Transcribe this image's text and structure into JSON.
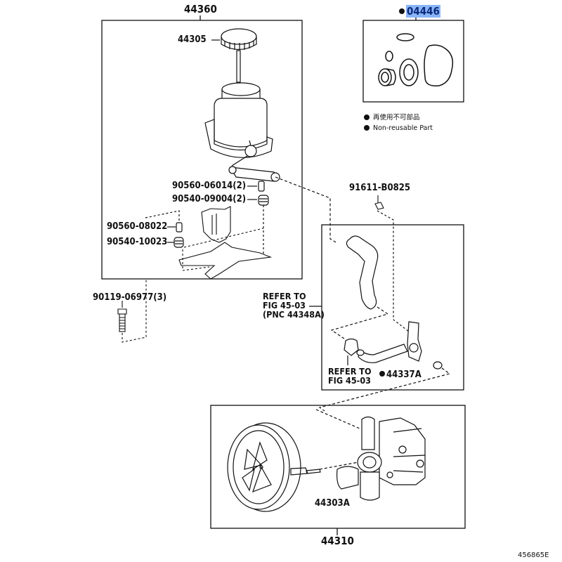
{
  "diagram": {
    "figure_id": "456865E",
    "groups": [
      {
        "id": "reservoir-assembly",
        "part_no": "44360"
      },
      {
        "id": "gasket-kit",
        "part_no": "04446",
        "non_reusable": true,
        "highlighted": true,
        "highlight_color": "#8ab4f8"
      },
      {
        "id": "return-hose-group",
        "part_no": "REFER TO\nFIG 45-03\n(PNC 44348A)"
      },
      {
        "id": "pump-assembly",
        "part_no": "44310"
      }
    ],
    "parts": [
      {
        "id": "cap",
        "label": "44305"
      },
      {
        "id": "collar-1",
        "label": "90560-06014(2)"
      },
      {
        "id": "cushion-1",
        "label": "90540-09004(2)"
      },
      {
        "id": "collar-2",
        "label": "90560-08022"
      },
      {
        "id": "cushion-2",
        "label": "90540-10023"
      },
      {
        "id": "bolt-bracket",
        "label": "90119-06977(3)"
      },
      {
        "id": "bolt-pipe",
        "label": "91611-B0825"
      },
      {
        "id": "clamp-ref",
        "label": "REFER TO\nFIG 45-03"
      },
      {
        "id": "o-ring",
        "label": "44337A",
        "non_reusable": true
      },
      {
        "id": "pulley",
        "label": "44303A"
      }
    ],
    "legend": {
      "items": [
        {
          "symbol": "filled-circle",
          "text": "再使用不可部品"
        },
        {
          "symbol": "filled-circle",
          "text": "Non-reusable Part"
        }
      ]
    }
  }
}
